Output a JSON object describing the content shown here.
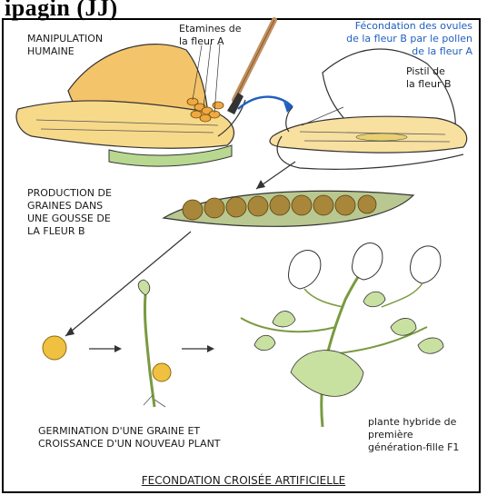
{
  "header": {
    "partial_title": "ipagin (JJ)"
  },
  "labels": {
    "manipulation": "MANIPULATION\nHUMAINE",
    "etamines": "Etamines de\nla fleur A",
    "fecondation": "Fécondation des ovules\nde la fleur B par le pollen\nde la fleur A",
    "pistil": "Pistil de\nla fleur B",
    "production": "PRODUCTION DE\nGRAINES DANS\nUNE GOUSSE DE\nLA FLEUR B",
    "germination": "GERMINATION D'UNE GRAINE ET\nCROISSANCE D'UN NOUVEAU PLANT",
    "hybride": "plante hybride de\npremière\ngénération-fille F1"
  },
  "footer": {
    "title": "FECONDATION CROISÉE ARTIFICIELLE"
  },
  "colors": {
    "flower": "#f3c46a",
    "leaf": "#c8e0a0",
    "arrow_blue": "#1f5fbf",
    "seed": "#a8863a"
  }
}
